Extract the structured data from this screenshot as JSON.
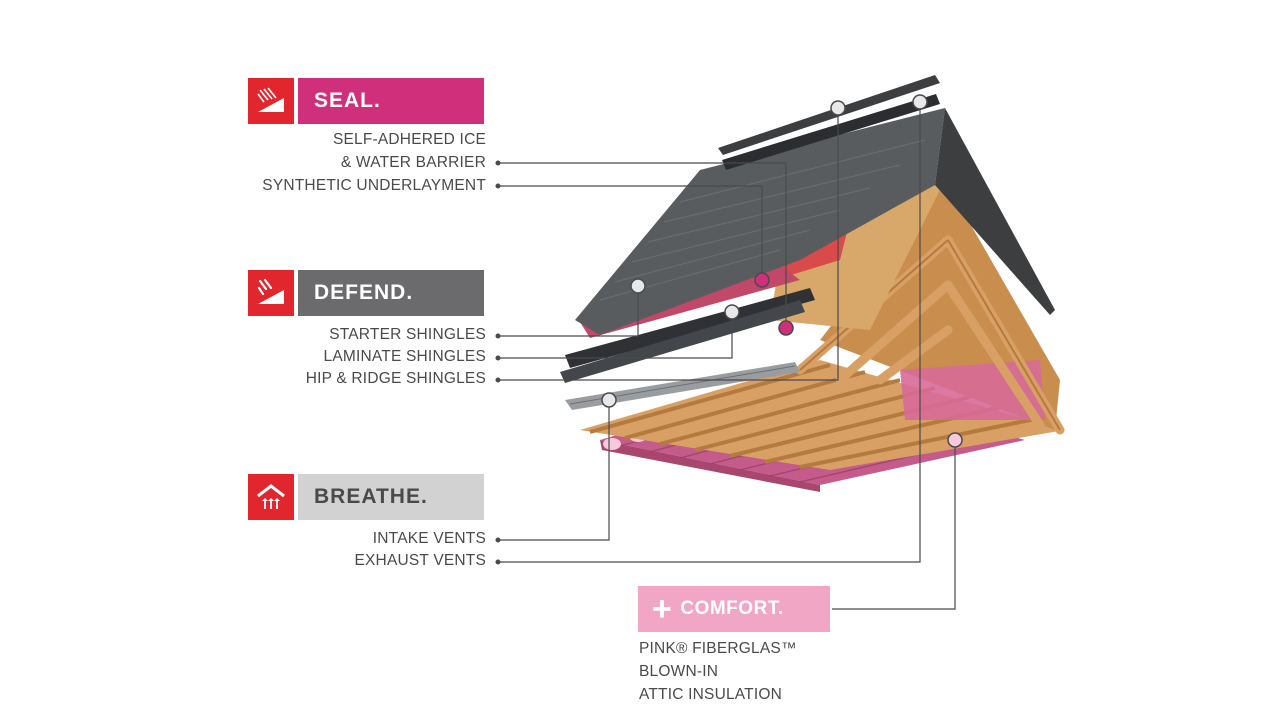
{
  "sections": {
    "seal": {
      "title": "SEAL.",
      "items": [
        "SELF-ADHERED ICE",
        "& WATER BARRIER",
        "SYNTHETIC UNDERLAYMENT"
      ]
    },
    "defend": {
      "title": "DEFEND.",
      "items": [
        "STARTER SHINGLES",
        "LAMINATE SHINGLES",
        "HIP & RIDGE SHINGLES"
      ]
    },
    "breathe": {
      "title": "BREATHE.",
      "items": [
        "INTAKE VENTS",
        "EXHAUST VENTS"
      ]
    },
    "comfort": {
      "title": "COMFORT.",
      "plus": "+",
      "items": [
        "PINK® FIBERGLAS™",
        "BLOWN-IN",
        "ATTIC INSULATION"
      ]
    }
  },
  "colors": {
    "seal": "#cf2f7b",
    "defend": "#6b6b6e",
    "breathe": "#d2d2d2",
    "comfort": "#f2a6c6",
    "icon_bg": "#e1262d"
  },
  "icons": [
    "seal-icon",
    "defend-icon",
    "breathe-icon"
  ]
}
